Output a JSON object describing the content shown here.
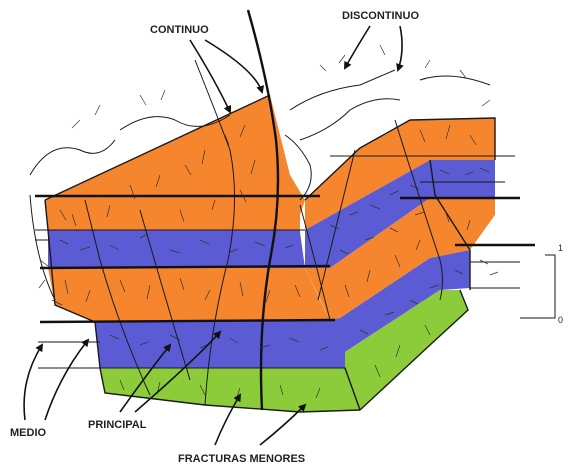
{
  "labels": {
    "continuo": "CONTINUO",
    "discontinuo": "DISCONTINUO",
    "medio": "MEDIO",
    "principal": "PRINCIPAL",
    "fracturas_menores": "FRACTURAS MENORES"
  },
  "scale": {
    "top": "1",
    "bottom": "0"
  },
  "colors": {
    "orange": "#f5862e",
    "blue": "#5b5bd4",
    "green": "#8ccc3a",
    "ink": "#1a1a1a"
  }
}
